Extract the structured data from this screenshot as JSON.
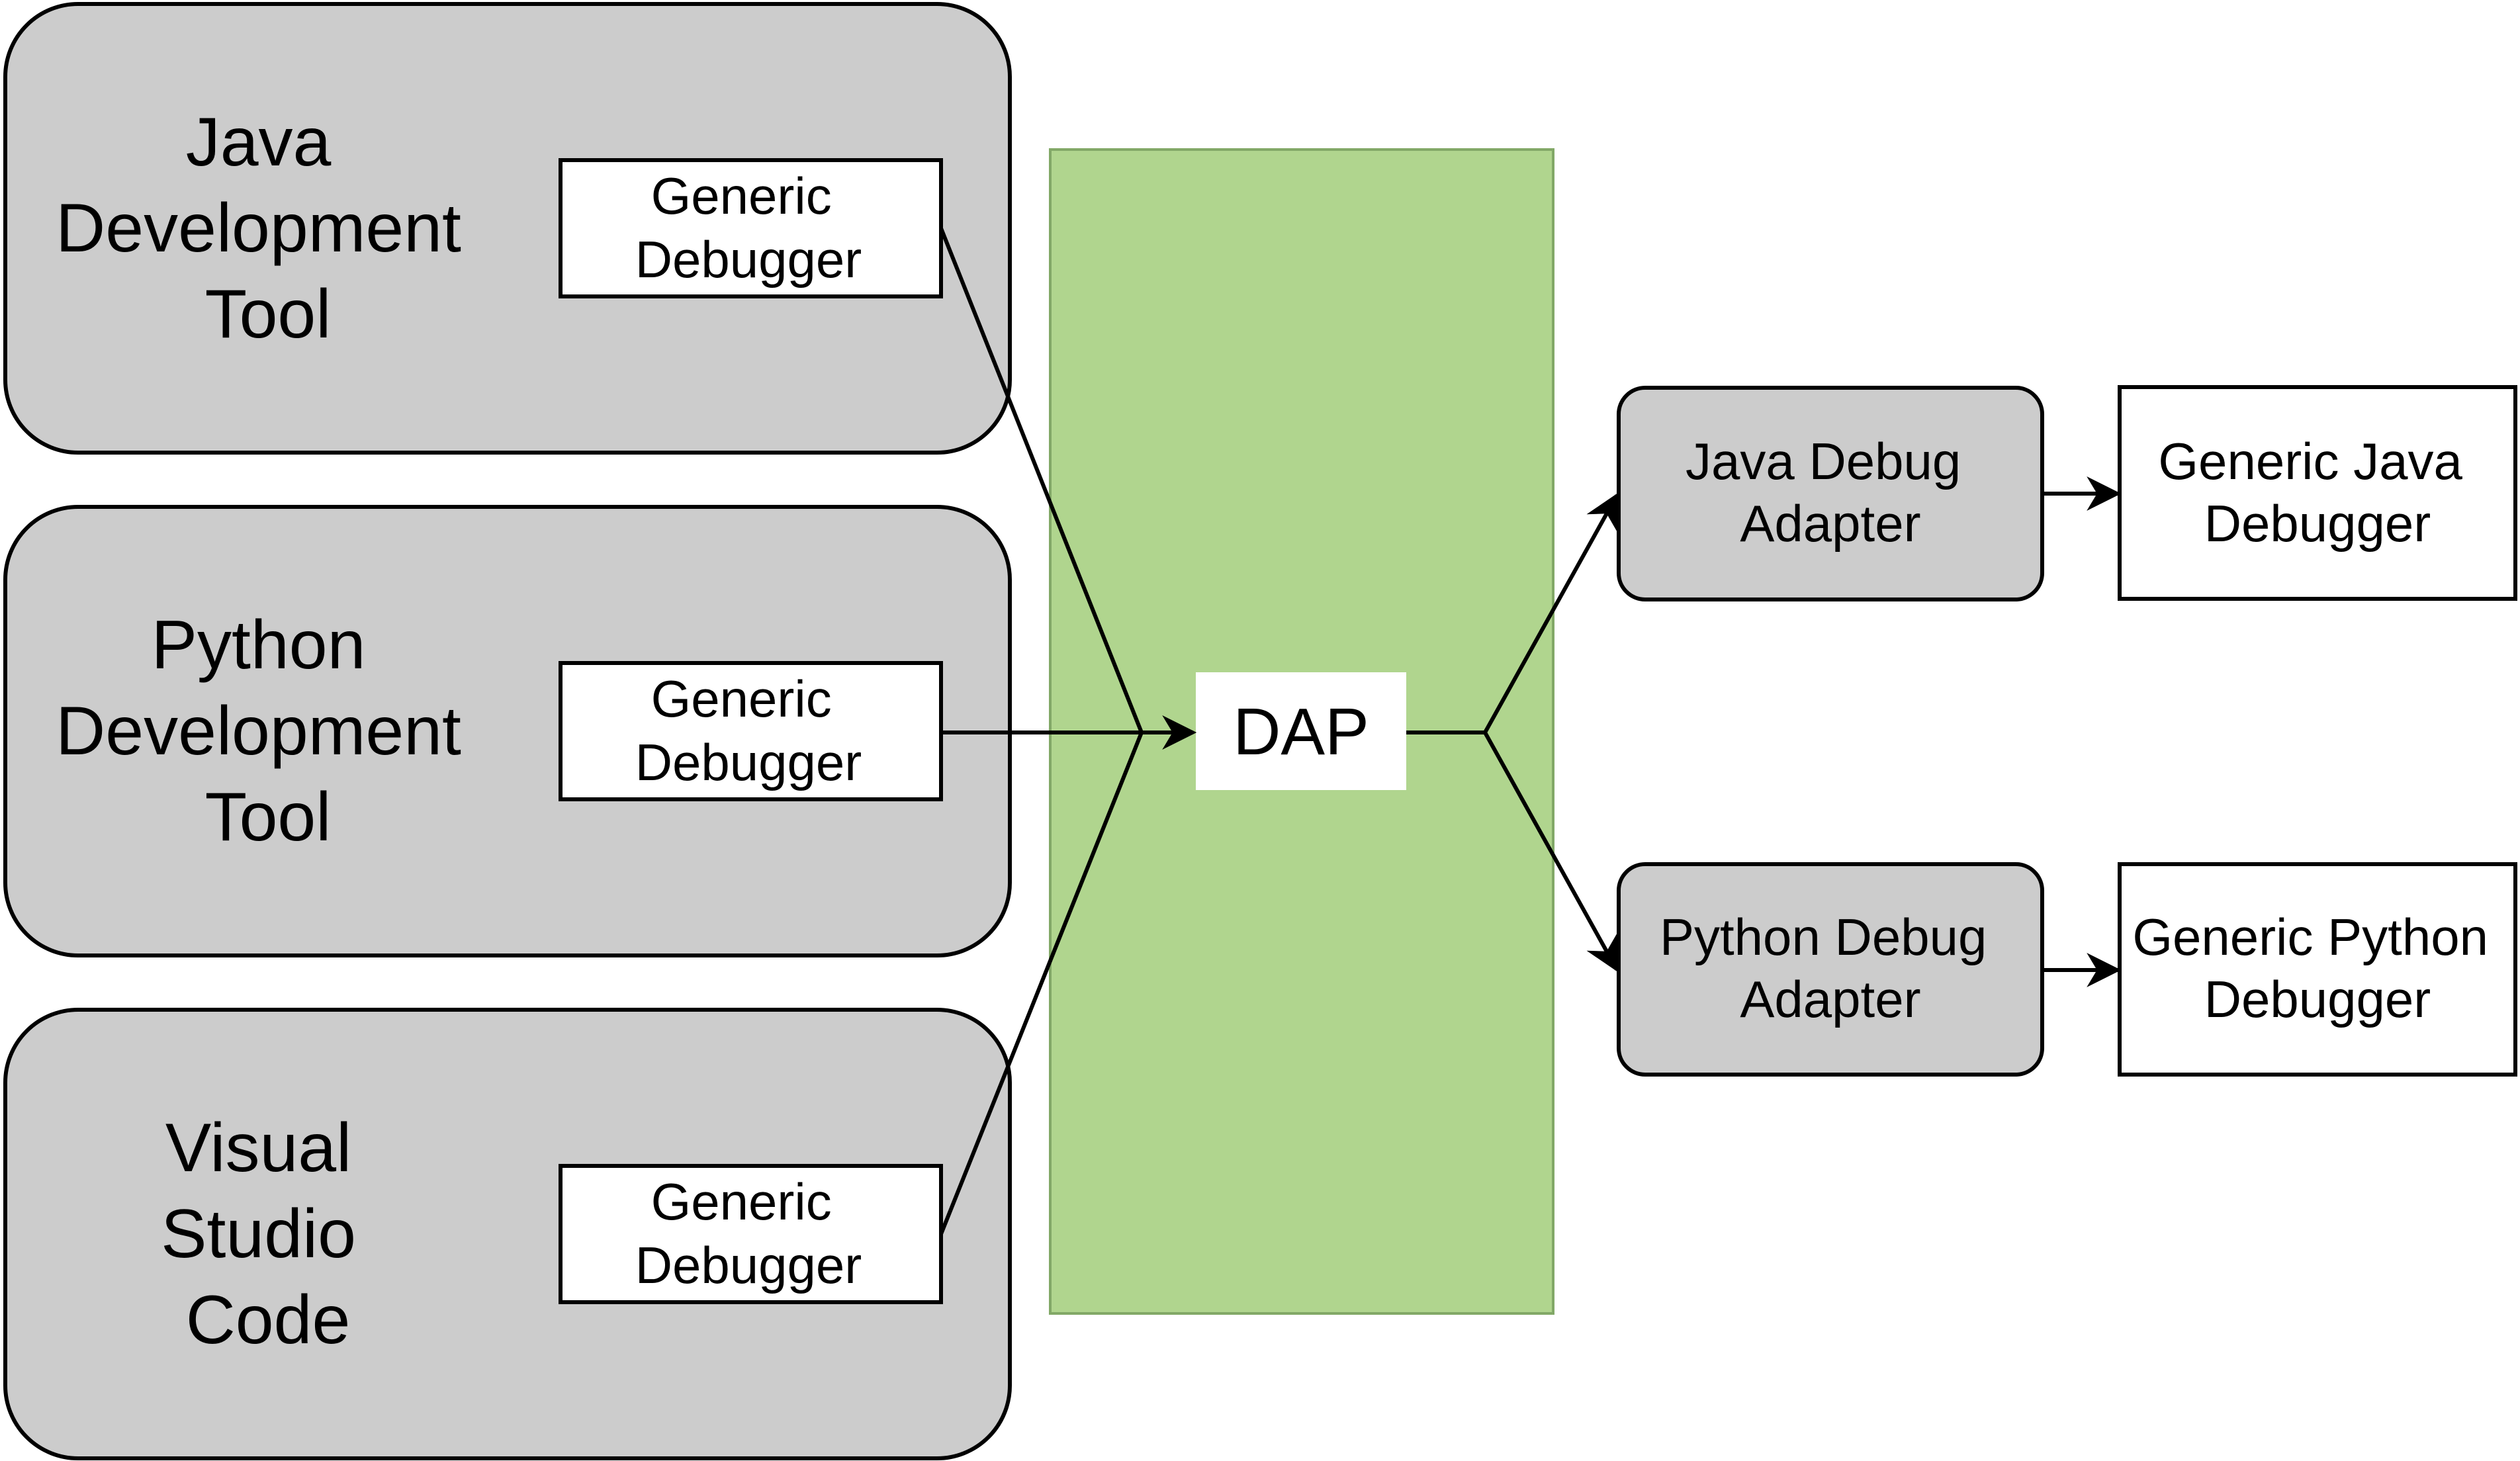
{
  "tools": [
    {
      "name_lines": [
        "Java",
        "Development",
        "Tool"
      ],
      "debugger_lines": [
        "Generic",
        "Debugger"
      ]
    },
    {
      "name_lines": [
        "Python",
        "Development",
        "Tool"
      ],
      "debugger_lines": [
        "Generic",
        "Debugger"
      ]
    },
    {
      "name_lines": [
        "Visual",
        "Studio",
        "Code"
      ],
      "debugger_lines": [
        "Generic",
        "Debugger"
      ]
    }
  ],
  "protocol": {
    "label": "DAP"
  },
  "adapters": [
    {
      "adapter_lines": [
        "Java Debug",
        "Adapter"
      ],
      "debugger_lines": [
        "Generic Java",
        "Debugger"
      ]
    },
    {
      "adapter_lines": [
        "Python Debug",
        "Adapter"
      ],
      "debugger_lines": [
        "Generic Python",
        "Debugger"
      ]
    }
  ],
  "colors": {
    "tool_fill": "#cccccc",
    "protocol_band": "#b0d58e",
    "box_fill": "#ffffff",
    "stroke": "#000000"
  }
}
